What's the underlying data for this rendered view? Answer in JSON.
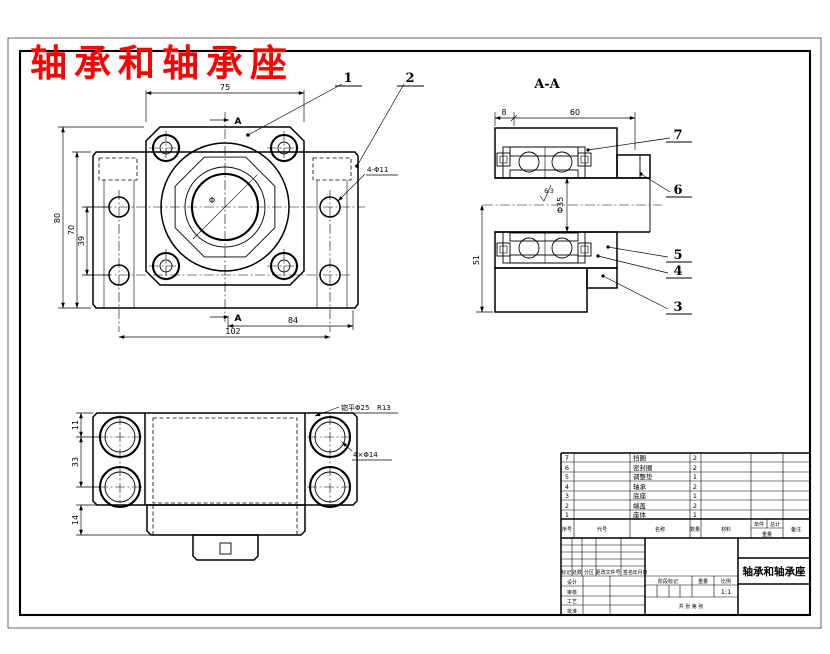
{
  "page": {
    "red_title": "轴承和轴承座"
  },
  "front_view": {
    "dim_width_top": "75",
    "dim_height_outer": "80",
    "dim_height_mid": "70",
    "dim_hole_spacing_v": "39",
    "dim_hole_spacing_h": "84",
    "dim_width_bottom": "102",
    "hole_callout": "4-Φ11",
    "bore_mark": "Φ",
    "balloon_1": "1",
    "balloon_2": "2",
    "section_letter": "A"
  },
  "section_view": {
    "label": "A-A",
    "dim_cap": "8",
    "dim_width": "60",
    "dim_height": "51",
    "dim_bore": "Φ35",
    "roughness": "6.3",
    "balloon_3": "3",
    "balloon_4": "4",
    "balloon_5": "5",
    "balloon_6": "6",
    "balloon_7": "7"
  },
  "bottom_view": {
    "dim_edge": "11",
    "dim_hole_spacing": "33",
    "dim_base_thickness": "14",
    "spotface_callout": "锪平Φ25",
    "spotface_note": "R13",
    "hole_callout": "4×Φ14"
  },
  "bom": {
    "headers": {
      "no": "序号",
      "code": "代号",
      "name": "名称",
      "qty": "数量",
      "material": "材料",
      "weight_single": "单件",
      "weight_total": "总计",
      "weight": "重量",
      "remark": "备注"
    },
    "rows": [
      {
        "no": "7",
        "name": "挡圈",
        "qty": "2"
      },
      {
        "no": "6",
        "name": "密封圈",
        "qty": "2"
      },
      {
        "no": "5",
        "name": "调整垫",
        "qty": "1"
      },
      {
        "no": "4",
        "name": "轴承",
        "qty": "2"
      },
      {
        "no": "3",
        "name": "底座",
        "qty": "1"
      },
      {
        "no": "2",
        "name": "端盖",
        "qty": "2"
      },
      {
        "no": "1",
        "name": "座体",
        "qty": "1"
      }
    ]
  },
  "title_block": {
    "part_name": "轴承和轴承座",
    "rev_headers": [
      "标记",
      "处数",
      "分区",
      "更改文件号",
      "签名",
      "年月日"
    ],
    "sign_labels": [
      "设计",
      "审核",
      "工艺",
      "批准"
    ],
    "stage_label": "阶段标记",
    "weight_label": "重量",
    "scale_label": "比例",
    "scale_value": "1:1",
    "sheet_note": "共 张 第 张"
  }
}
